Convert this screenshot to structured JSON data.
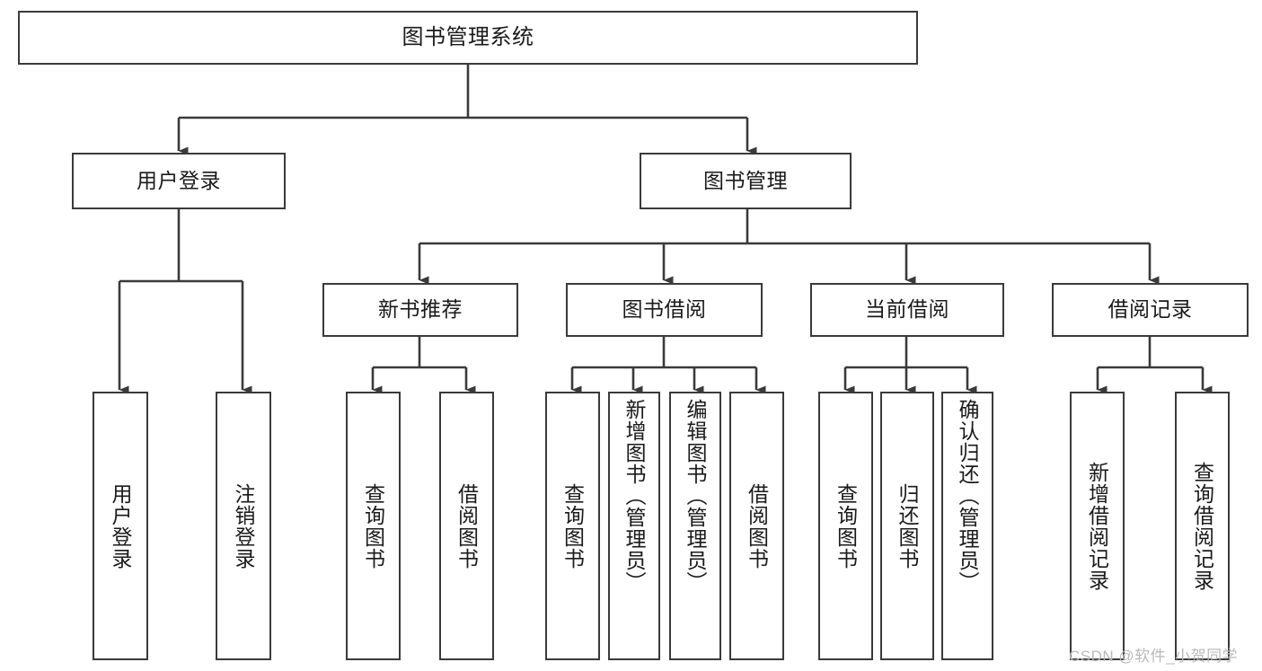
{
  "diagram": {
    "title": "图书管理系统",
    "type": "hierarchy-tree",
    "orientation": "top-down",
    "colors": {
      "box_border": "#3a3a3a",
      "box_fill": "#ffffff",
      "edge": "#3a3a3a",
      "text": "#1a1a1a",
      "watermark": "#b9b9b9",
      "background": "#ffffff"
    },
    "levels": [
      {
        "level": 1,
        "nodes": [
          {
            "id": "root",
            "label": "图书管理系统",
            "orientation": "horizontal"
          }
        ]
      },
      {
        "level": 2,
        "nodes": [
          {
            "id": "user-login",
            "label": "用户登录",
            "orientation": "horizontal",
            "parent": "root"
          },
          {
            "id": "book-manage",
            "label": "图书管理",
            "orientation": "horizontal",
            "parent": "root"
          }
        ]
      },
      {
        "level": 3,
        "nodes": [
          {
            "id": "new-book-rec",
            "label": "新书推荐",
            "orientation": "horizontal",
            "parent": "book-manage"
          },
          {
            "id": "book-borrow",
            "label": "图书借阅",
            "orientation": "horizontal",
            "parent": "book-manage"
          },
          {
            "id": "current-borrow",
            "label": "当前借阅",
            "orientation": "horizontal",
            "parent": "book-manage"
          },
          {
            "id": "borrow-record",
            "label": "借阅记录",
            "orientation": "horizontal",
            "parent": "book-manage"
          }
        ]
      },
      {
        "level": 4,
        "nodes": [
          {
            "id": "leaf-user-login",
            "label": "用户登录",
            "orientation": "vertical",
            "parent": "user-login"
          },
          {
            "id": "leaf-logout-login",
            "label": "注销登录",
            "orientation": "vertical",
            "parent": "user-login"
          },
          {
            "id": "leaf-query-book-rec",
            "label": "查询图书",
            "orientation": "vertical",
            "parent": "new-book-rec"
          },
          {
            "id": "leaf-borrow-book-rec",
            "label": "借阅图书",
            "orientation": "vertical",
            "parent": "new-book-rec"
          },
          {
            "id": "leaf-query-book-borrow",
            "label": "查询图书",
            "orientation": "vertical",
            "parent": "book-borrow"
          },
          {
            "id": "leaf-add-book",
            "label": "新增图书（管理员）",
            "orientation": "vertical",
            "parent": "book-borrow"
          },
          {
            "id": "leaf-edit-book",
            "label": "编辑图书（管理员）",
            "orientation": "vertical",
            "parent": "book-borrow"
          },
          {
            "id": "leaf-borrow-book",
            "label": "借阅图书",
            "orientation": "vertical",
            "parent": "book-borrow"
          },
          {
            "id": "leaf-query-book-current",
            "label": "查询图书",
            "orientation": "vertical",
            "parent": "current-borrow"
          },
          {
            "id": "leaf-return-book",
            "label": "归还图书",
            "orientation": "vertical",
            "parent": "current-borrow"
          },
          {
            "id": "leaf-confirm-return",
            "label": "确认归还（管理员）",
            "orientation": "vertical",
            "parent": "current-borrow"
          },
          {
            "id": "leaf-add-borrow-record",
            "label": "新增借阅记录",
            "orientation": "vertical",
            "parent": "borrow-record"
          },
          {
            "id": "leaf-query-borrow-record",
            "label": "查询借阅记录",
            "orientation": "vertical",
            "parent": "borrow-record"
          }
        ]
      }
    ]
  },
  "watermark": {
    "text": "CSDN @软件_小贺同学"
  }
}
